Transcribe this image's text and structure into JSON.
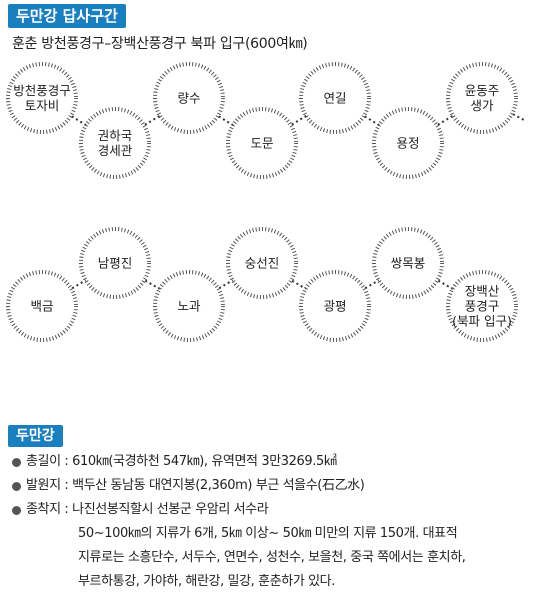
{
  "header": {
    "title": "두만강 답사구간",
    "subtitle": "훈춘 방천풍경구–장백산풍경구 북파 입구(600여㎞)"
  },
  "route": {
    "row1": [
      {
        "lines": [
          "방천풍경구",
          "토자비"
        ]
      },
      {
        "lines": [
          "권하국",
          "경세관"
        ]
      },
      {
        "lines": [
          "량수"
        ]
      },
      {
        "lines": [
          "도문"
        ]
      },
      {
        "lines": [
          "연길"
        ]
      },
      {
        "lines": [
          "용정"
        ]
      },
      {
        "lines": [
          "윤동주",
          "생가"
        ]
      }
    ],
    "row2": [
      {
        "lines": [
          "백금"
        ]
      },
      {
        "lines": [
          "남평진"
        ]
      },
      {
        "lines": [
          "노과"
        ]
      },
      {
        "lines": [
          "숭선진"
        ]
      },
      {
        "lines": [
          "광평"
        ]
      },
      {
        "lines": [
          "쌍목봉"
        ]
      },
      {
        "lines": [
          "장백산",
          "풍경구",
          "(북파 입구)"
        ]
      }
    ]
  },
  "info": {
    "title": "두만강",
    "length_label": "총길이 :",
    "length_value": "610㎞(국경하천 547㎞), 유역면적 3만3269.5㎢",
    "source_label": "발원지 :",
    "source_value": "백두산 동남동 대연지봉(2,360m) 부근 석을수(石乙水)",
    "end_label": "종착지 :",
    "end_value": "나진선봉직할시 선봉군 우암리 서수라",
    "desc_lines": [
      "50~100㎞의 지류가 6개, 5㎞ 이상~ 50㎞ 미만의 지류 150개. 대표적",
      "지류로는 소흥단수, 서두수, 연면수, 성천수, 보을천, 중국 쪽에서는 훈치하,",
      "부르하통강, 가야하, 해란강, 밀강, 훈춘하가 있다."
    ]
  }
}
